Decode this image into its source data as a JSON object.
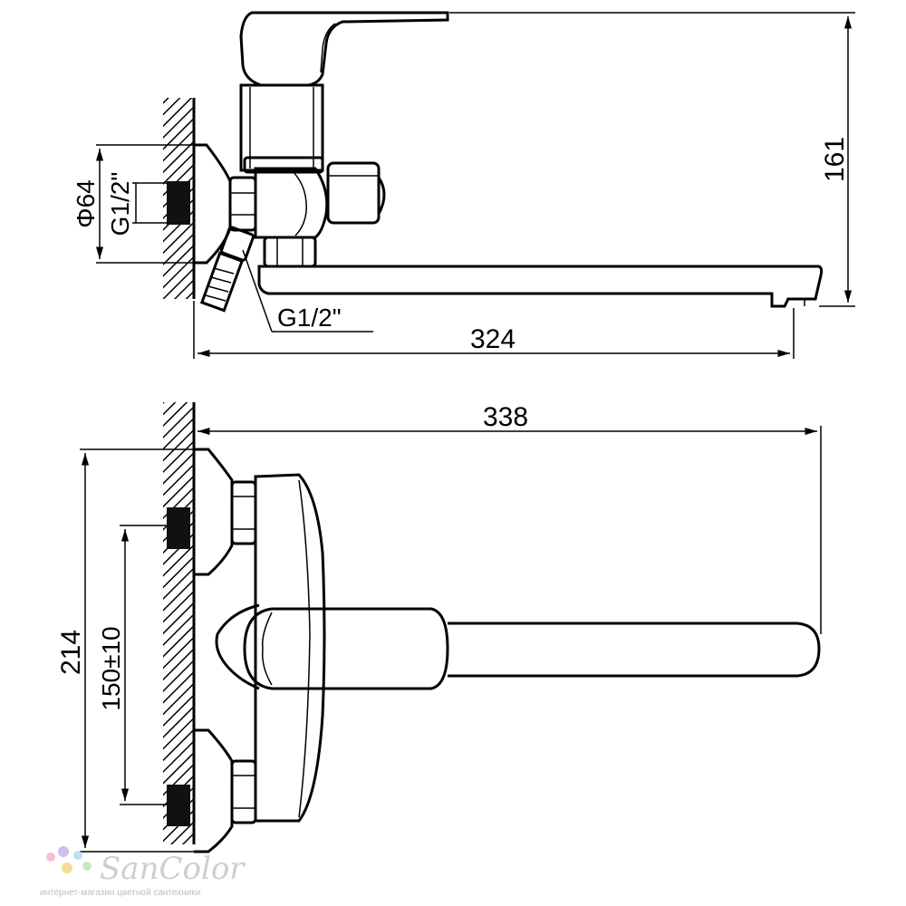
{
  "side_view": {
    "height_label": "161",
    "length_label": "324",
    "diameter_label": "Φ64",
    "inlet_thread_label": "G1/2\"",
    "outlet_thread_label": "G1/2\""
  },
  "top_view": {
    "length_label": "338",
    "height_label": "214",
    "spacing_label": "150±10"
  },
  "watermark": {
    "brand": "SanColor",
    "tagline": "интернет-магазин цветной сантехники"
  }
}
